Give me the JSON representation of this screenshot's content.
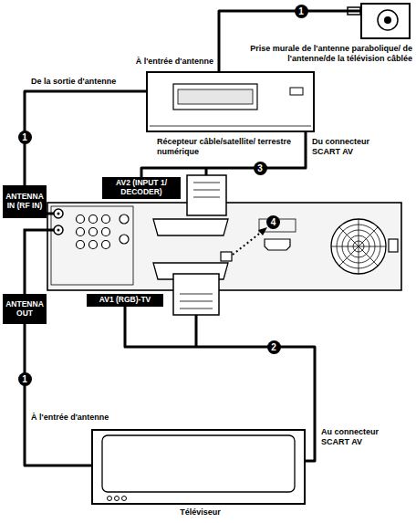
{
  "diagram": {
    "nodes": [
      {
        "text": [
          "Prise murale de l'antenne parabolique/ de l'antenne/de la télévision câblée"
        ]
      },
      {
        "text": [
          "Récepteur câble/satellite/ terrestre numérique"
        ]
      },
      {
        "text": [
          "ANTENNA IN (RF IN)"
        ]
      },
      {
        "text": [
          "AV2 (INPUT 1/ DECODER)"
        ]
      },
      {
        "text": [
          "ANTENNA OUT"
        ]
      },
      {
        "text": [
          "AV1 (RGB)-TV"
        ]
      },
      {
        "text": [
          "Téléviseur"
        ]
      }
    ],
    "edges": [
      {
        "from": 0,
        "to": 1,
        "arrow": "none",
        "label": "1"
      },
      {
        "from": 1,
        "to": 2,
        "arrow": "none",
        "label": "1"
      },
      {
        "from": 1,
        "to": 3,
        "arrow": "none",
        "label": "3"
      },
      {
        "from": 4,
        "to": 6,
        "arrow": "none",
        "label": "1"
      },
      {
        "from": 5,
        "to": 6,
        "arrow": "none",
        "label": "2"
      }
    ],
    "labels": [
      "À l'entrée d'antenne",
      "De la sortie d'antenne",
      "Du connecteur SCART AV",
      "À l'entrée d'antenne",
      "Au connecteur SCART AV",
      "4"
    ]
  }
}
